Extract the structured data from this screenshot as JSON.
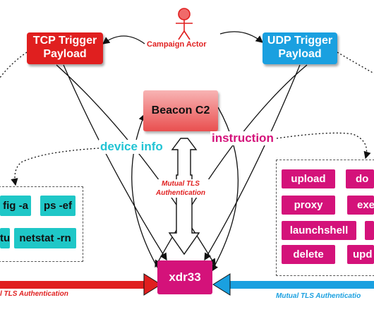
{
  "actor": {
    "label": "Campaign Actor"
  },
  "tcp_trigger": {
    "line1": "TCP Trigger",
    "line2": "Payload"
  },
  "udp_trigger": {
    "line1": "UDP Trigger",
    "line2": "Payload"
  },
  "beacon": {
    "label": "Beacon C2"
  },
  "target": {
    "label": "xdr33"
  },
  "flows": {
    "device_info": "device info",
    "instruction": "instruction",
    "mtls_center_1": "Mutual TLS",
    "mtls_center_2": "Authentication",
    "mtls_left": "l TLS Authentication",
    "mtls_right": "Mutual TLS Authenticatio"
  },
  "device_commands": [
    "fig -a",
    "ps -ef",
    "tu",
    "netstat -rn"
  ],
  "instruction_commands": [
    "upload",
    "do",
    "proxy",
    "exe",
    "launchshell",
    "",
    "delete",
    "upd"
  ],
  "colors": {
    "tcp": "#e01f1f",
    "udp": "#1aa0e0",
    "target": "#d4127a",
    "device": "#1fc7c7"
  }
}
